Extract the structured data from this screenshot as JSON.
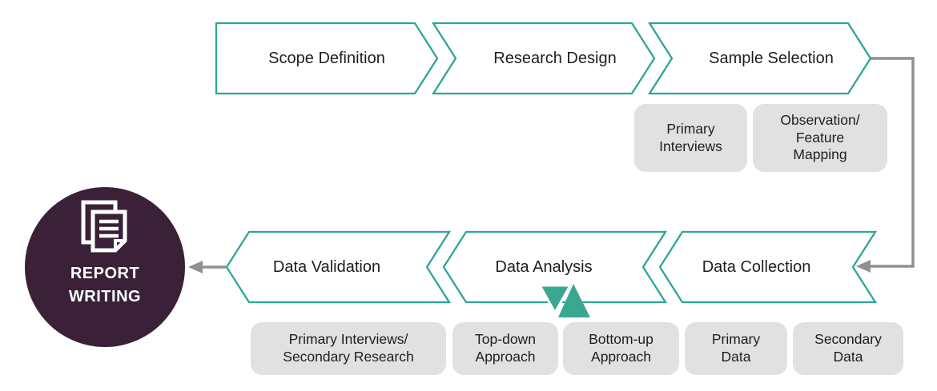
{
  "colors": {
    "teal": "#2ca496",
    "teal_logo": "#3aa793",
    "purple": "#3a2137",
    "connector_gray": "#909090",
    "box_gray": "#e1e1e1",
    "text_dark": "#1e1e1e",
    "white": "#ffffff"
  },
  "report_node": {
    "icon": "document-icon",
    "lines": [
      "REPORT",
      "WRITING"
    ]
  },
  "process": {
    "top": [
      {
        "label": "Scope Definition"
      },
      {
        "label": "Research Design"
      },
      {
        "label": "Sample Selection"
      }
    ],
    "bottom": [
      {
        "label": "Data Validation"
      },
      {
        "label": "Data Analysis"
      },
      {
        "label": "Data Collection"
      }
    ]
  },
  "sub_boxes": {
    "sample_selection": [
      {
        "lines": [
          "Primary",
          "Interviews"
        ]
      },
      {
        "lines": [
          "Observation/",
          "Feature",
          "Mapping"
        ]
      }
    ],
    "data_validation": [
      {
        "lines": [
          "Primary Interviews/",
          "Secondary Research"
        ]
      }
    ],
    "data_analysis": [
      {
        "lines": [
          "Top-down",
          "Approach"
        ]
      },
      {
        "lines": [
          "Bottom-up",
          "Approach"
        ]
      }
    ],
    "data_collection": [
      {
        "lines": [
          "Primary",
          "Data"
        ]
      },
      {
        "lines": [
          "Secondary",
          "Data"
        ]
      }
    ]
  }
}
